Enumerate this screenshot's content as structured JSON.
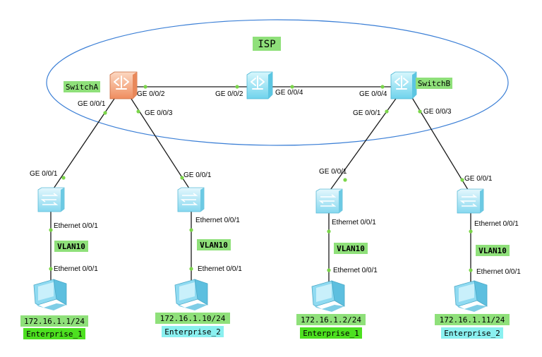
{
  "colors": {
    "line": "#1a1a1a",
    "port_dot": "#7bd54a",
    "label_green": "#8fe07a",
    "label_lime": "#4de020",
    "label_cyan": "#8af0f0",
    "isp_ellipse": "#3b7fd6",
    "switch_blue": "#8ee4f4",
    "switch_orange": "#f4a37a"
  },
  "isp": {
    "label": "ISP"
  },
  "core": {
    "switchA": {
      "label": "SwitchA",
      "icon": "core-switch-icon"
    },
    "middle": {
      "icon": "core-switch-icon"
    },
    "switchB": {
      "label": "SwitchB",
      "icon": "core-switch-icon"
    }
  },
  "ports": {
    "a_ge002": "GE 0/0/2",
    "a_ge001": "GE 0/0/1",
    "a_ge003": "GE 0/0/3",
    "m_ge002": "GE 0/0/2",
    "m_ge004": "GE 0/0/4",
    "b_ge004": "GE 0/0/4",
    "b_ge001": "GE 0/0/1",
    "b_ge003": "GE 0/0/3"
  },
  "branches": [
    {
      "uplink": "GE 0/0/1",
      "down": "Ethernet 0/0/1",
      "vlan": "VLAN10",
      "pc_port": "Ethernet 0/0/1",
      "ip": "172.16.1.1/24",
      "enterprise": "Enterprise_1"
    },
    {
      "uplink": "GE 0/0/1",
      "down": "Ethernet 0/0/1",
      "vlan": "VLAN10",
      "pc_port": "Ethernet 0/0/1",
      "ip": "172.16.1.10/24",
      "enterprise": "Enterprise_2"
    },
    {
      "uplink": "GE 0/0/1",
      "down": "Ethernet 0/0/1",
      "vlan": "VLAN10",
      "pc_port": "Ethernet 0/0/1",
      "ip": "172.16.1.2/24",
      "enterprise": "Enterprise_1"
    },
    {
      "uplink": "GE 0/0/1",
      "down": "Ethernet 0/0/1",
      "vlan": "VLAN10",
      "pc_port": "Ethernet 0/0/1",
      "ip": "172.16.1.11/24",
      "enterprise": "Enterprise_2"
    }
  ]
}
